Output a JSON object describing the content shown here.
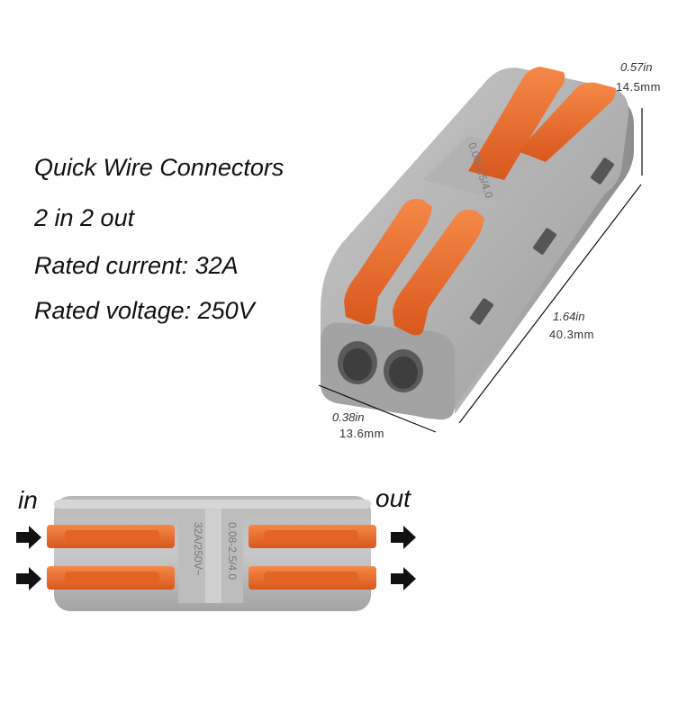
{
  "specs": {
    "title": "Quick Wire Connectors",
    "io": "2 in 2 out",
    "current": "Rated current: 32A",
    "voltage": "Rated voltage: 250V"
  },
  "dimensions": {
    "height": {
      "inch": "0.57in",
      "mm": "14.5mm"
    },
    "length": {
      "inch": "1.64in",
      "mm": "40.3mm"
    },
    "width": {
      "inch": "0.38in",
      "mm": "13.6mm"
    }
  },
  "top_view": {
    "in_label": "in",
    "out_label": "out",
    "housing_marking_right": "0.08-2.5/4.0",
    "housing_marking_left": "32A/250V~"
  },
  "iso_view": {
    "housing_marking": "0.08-2.5/4.0"
  },
  "colors": {
    "housing": "#a9a9a9",
    "housing_light": "#c4c4c4",
    "lever": "#f0702c",
    "lever_dark": "#c9521a",
    "arrow": "#111111"
  }
}
